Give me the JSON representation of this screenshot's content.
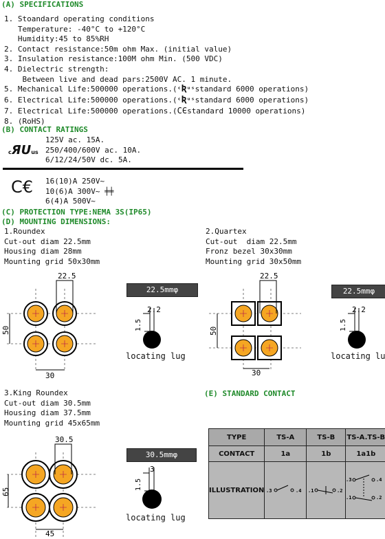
{
  "spec": {
    "heading": "(A) SPECIFICATIONS",
    "lines": [
      "1. Stoandard operating conditions",
      "   Temperature: -40°C to +120°C",
      "   Humidity:45 to 85%RH",
      "2. Contact resistance:50m ohm Max. (initial value)",
      "3. Insulation resistance:100M ohm Min. (500 VDC)",
      "4. Dielectric strength:",
      "    Between live and dead pars:2500V AC. 1 minute.",
      "5. Mechanical Life:500000 operations.(",
      "6. Electrical Life:500000 operations.(",
      "7. Electrical Life:500000 operations.(",
      "8. (RoHS)"
    ],
    "line5_tail": "standard 6000 operations)",
    "line6_tail": "standard 6000 operations)",
    "line7_tail": "standard 10000 operations)"
  },
  "ratings": {
    "heading": "(B) CONTACT RATINGS",
    "ul_lines": [
      "125V ac. 15A.",
      "250/400/600V ac. 10A.",
      "6/12/24/50V dc. 5A."
    ],
    "ce_lines": [
      "16(10)A 250V~",
      "10(6)A 300V~",
      "6(4)A 500V~"
    ]
  },
  "protection": {
    "heading": "(C) PROTECTION TYPE:NEMA 3S(IP65)"
  },
  "mounting": {
    "heading": "(D) MOUNTING DIMENSIONS:",
    "roundex": {
      "lines": [
        "1.Roundex",
        "Cut-out diam 22.5mm",
        "Housing diam 28mm",
        "Mounting grid 50x30mm"
      ],
      "badge": "22.5mmφ",
      "dim_top": "22.5",
      "dim_side": "50",
      "dim_bottom": "30",
      "lug_w": "2.2",
      "lug_h": "1.5",
      "lug_label": "locating lug"
    },
    "quartex": {
      "lines": [
        "2.Quartex",
        "Cut-out  diam 22.5mm",
        "Fronz bezel 30x30mm",
        "Mounting grid 30x50mm"
      ],
      "badge": "22.5mmφ",
      "dim_top": "22.5",
      "dim_side": "50",
      "dim_bottom": "30",
      "lug_w": "2.2",
      "lug_h": "1.5",
      "lug_label": "locating lug"
    },
    "king": {
      "lines": [
        "3.King Roundex",
        "Cut-out diam 30.5mm",
        "Housing diam 37.5mm",
        "Mounting grid 45x65mm"
      ],
      "badge": "30.5mmφ",
      "dim_top": "30.5",
      "dim_side": "65",
      "dim_bottom": "45",
      "lug_w": "3",
      "lug_h": "1.5",
      "lug_label": "locating lug"
    }
  },
  "contact": {
    "heading": "(E) STANDARD CONTACT",
    "header": [
      "TYPE",
      "TS-A",
      "TS-B",
      "TS-A.TS-B"
    ],
    "contact_row": [
      "CONTACT",
      "1a",
      "1b",
      "1a1b"
    ],
    "illus_label": "ILLUSTRATION",
    "terms": {
      "a1": ".3",
      "a2": ".4",
      "b1": ".1",
      "b2": ".2"
    }
  },
  "colors": {
    "heading": "#1f8a2a",
    "button_fill": "#f5a623",
    "badge_bg": "#444444"
  }
}
